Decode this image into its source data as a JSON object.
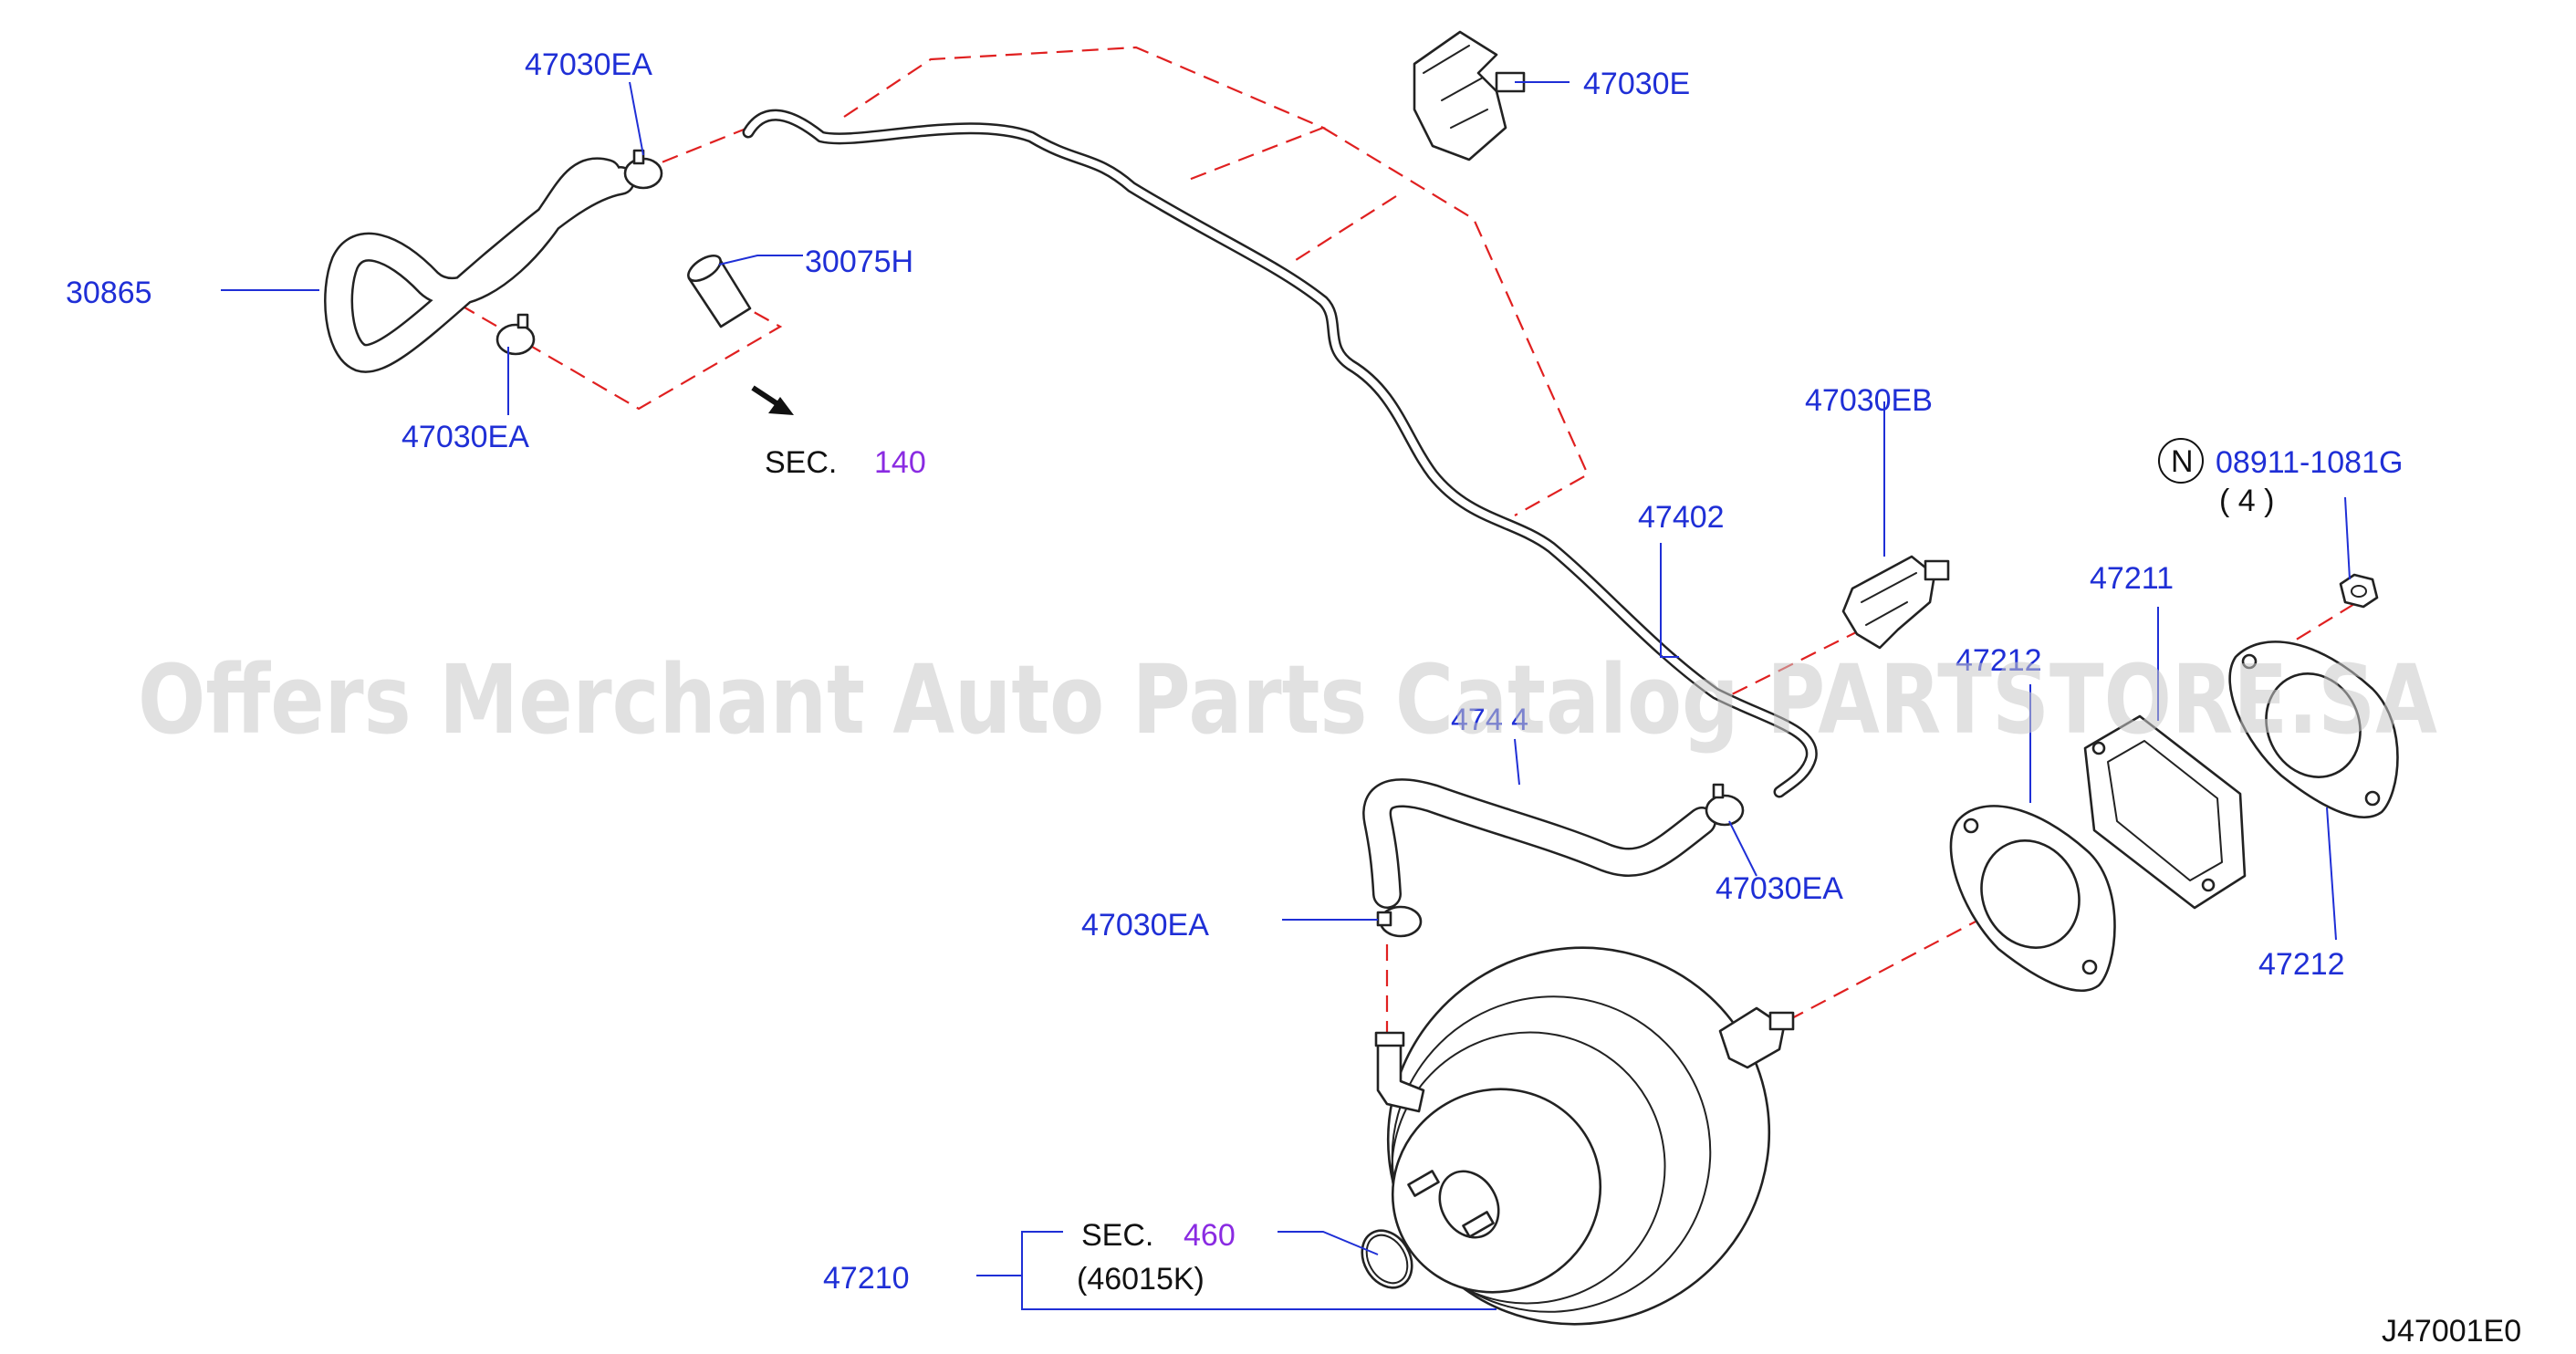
{
  "parts": {
    "p30865": "30865",
    "p47030EA_top": "47030EA",
    "p47030EA_left": "47030EA",
    "p30075H": "30075H",
    "p47030E": "47030E",
    "p47030EB": "47030EB",
    "p47402": "47402",
    "p47471_obscured": "474 4",
    "p47030EA_right": "47030EA",
    "p47030EA_mid": "47030EA",
    "p47211": "47211",
    "p47212_top": "47212",
    "p47212_bottom": "47212",
    "p47210": "47210",
    "nut_code": "08911-1081G",
    "nut_qty": "( 4 )",
    "nut_marker": "N"
  },
  "sections": {
    "sec140_prefix": "SEC.",
    "sec140_num": "140",
    "sec460_prefix": "SEC.",
    "sec460_num": "460",
    "sec460_sub": "(46015K)"
  },
  "diagram_code": "J47001E0",
  "watermark": "Offers Merchant Auto Parts Catalog PARTSTORE.SA",
  "colors": {
    "label_blue": "#1f2fd6",
    "section_purple": "#8a2be2",
    "dash_red": "#e02020",
    "line_dark": "#222222"
  }
}
